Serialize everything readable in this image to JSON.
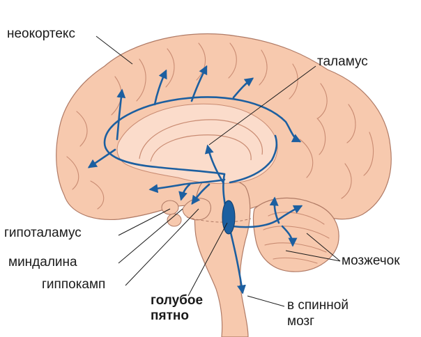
{
  "labels": {
    "neocortex": "неокортекс",
    "thalamus": "таламус",
    "hypothalamus": "гипоталамус",
    "amygdala": "миндалина",
    "hippocampus": "гиппокамп",
    "locus_coeruleus_line1": "голубое",
    "locus_coeruleus_line2": "пятно",
    "cerebellum": "мозжечок",
    "spinal_cord_line1": "в спинной",
    "spinal_cord_line2": "мозг"
  },
  "colors": {
    "brain_fill": "#f7c9ae",
    "inner_fill": "#fbdccb",
    "outline": "#b07a65",
    "fiber": "#1c5fa0",
    "nucleus": "#1c5fa0"
  }
}
